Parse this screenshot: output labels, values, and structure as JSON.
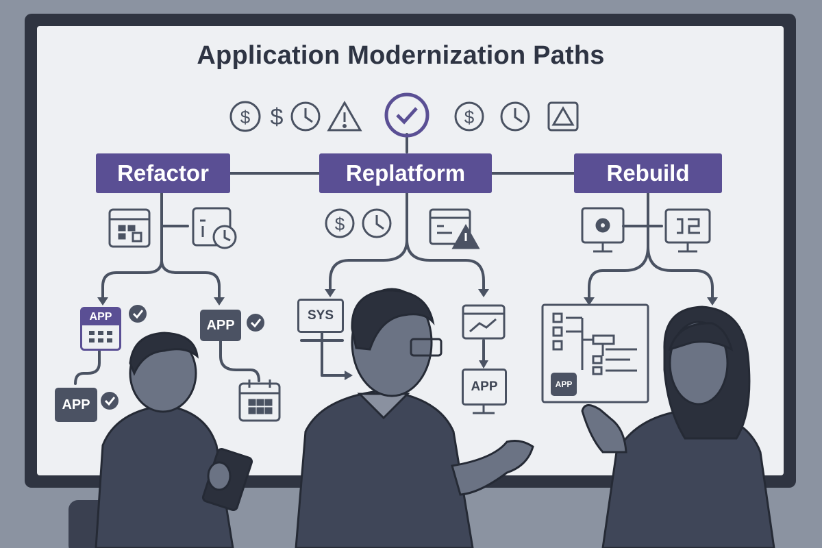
{
  "title": "Application Modernization Paths",
  "paths": [
    {
      "label": "Refactor"
    },
    {
      "label": "Replatform"
    },
    {
      "label": "Rebuild"
    }
  ],
  "labels": {
    "app": "APP",
    "sys": "SYS"
  },
  "icons": {
    "top_row": [
      "dollar-circle-icon",
      "dollar-icon",
      "clock-icon",
      "warning-icon",
      "check-circle-icon",
      "dollar-circle-icon",
      "clock-icon",
      "warning-box-icon"
    ],
    "refactor": [
      "calendar-window-icon",
      "clock-document-icon",
      "app-calendar-icon",
      "check-badge-icon",
      "calendar-icon"
    ],
    "replatform": [
      "dollar-circle-icon",
      "clock-icon",
      "warning-window-icon",
      "chart-window-icon",
      "monitor-icon"
    ],
    "rebuild": [
      "settings-monitor-icon",
      "code-monitor-icon",
      "diagram-panel-icon"
    ]
  },
  "colors": {
    "accent": "#5a4f94",
    "ink": "#2e3443",
    "board": "#eef0f3",
    "frame": "#2f3441",
    "people": "#3f4658"
  }
}
